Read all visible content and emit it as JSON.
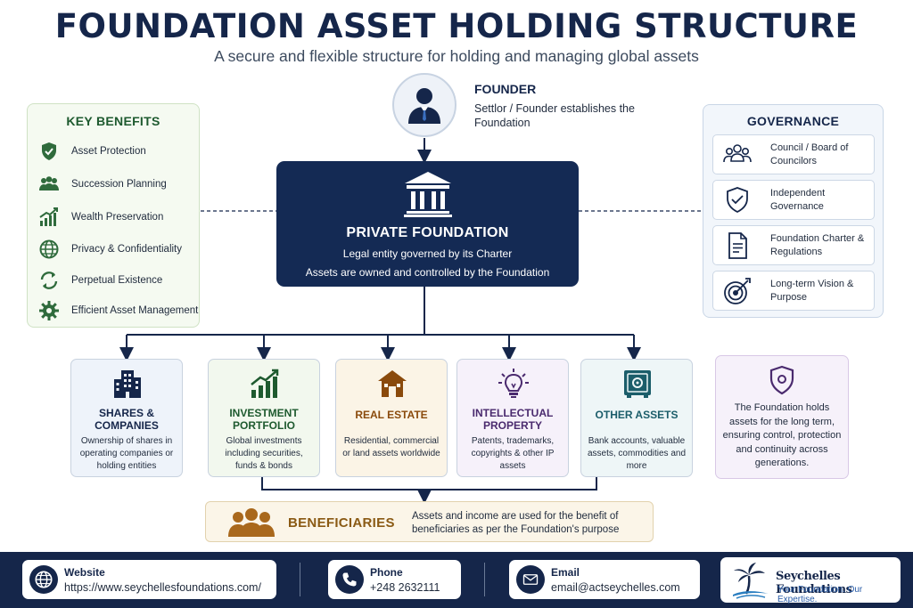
{
  "header": {
    "title": "FOUNDATION ASSET HOLDING STRUCTURE",
    "subtitle": "A secure and flexible structure for holding and managing global assets"
  },
  "founder": {
    "title": "FOUNDER",
    "description": "Settlor / Founder establishes the Foundation",
    "icon": "person-icon"
  },
  "foundation": {
    "title": "PRIVATE FOUNDATION",
    "line1": "Legal entity governed by its Charter",
    "line2": "Assets are owned and controlled by the Foundation",
    "icon": "institution-icon"
  },
  "key_benefits": {
    "title": "KEY BENEFITS",
    "items": [
      {
        "label": "Asset Protection",
        "icon": "shield-icon"
      },
      {
        "label": "Succession Planning",
        "icon": "people-icon"
      },
      {
        "label": "Wealth Preservation",
        "icon": "growth-chart-icon"
      },
      {
        "label": "Privacy & Confidentiality",
        "icon": "globe-icon"
      },
      {
        "label": "Perpetual Existence",
        "icon": "refresh-icon"
      },
      {
        "label": "Efficient Asset Management",
        "icon": "gear-icon"
      }
    ]
  },
  "governance": {
    "title": "GOVERNANCE",
    "items": [
      {
        "label": "Council / Board of Councilors",
        "icon": "group-icon"
      },
      {
        "label": "Independent Governance",
        "icon": "shield-check-icon"
      },
      {
        "label": "Foundation Charter & Regulations",
        "icon": "document-icon"
      },
      {
        "label": "Long-term Vision & Purpose",
        "icon": "target-icon"
      }
    ]
  },
  "assets": [
    {
      "title": "SHARES & COMPANIES",
      "description": "Ownership of shares in operating companies or holding entities",
      "icon": "buildings-icon",
      "color": "#15264a",
      "bg": "#eef3fa"
    },
    {
      "title": "INVESTMENT PORTFOLIO",
      "description": "Global investments including securities, funds & bonds",
      "icon": "growth-chart-icon",
      "color": "#1e5a2f",
      "bg": "#f2f8ee"
    },
    {
      "title": "REAL ESTATE",
      "description": "Residential, commercial or land assets worldwide",
      "icon": "house-icon",
      "color": "#8a4a0c",
      "bg": "#fbf4e6"
    },
    {
      "title": "INTELLECTUAL PROPERTY",
      "description": "Patents, trademarks, copyrights & other IP assets",
      "icon": "lightbulb-icon",
      "color": "#4a2a6e",
      "bg": "#f6f1fa"
    },
    {
      "title": "OTHER ASSETS",
      "description": "Bank accounts, valuable assets, commodities and more",
      "icon": "safe-icon",
      "color": "#1b5d6a",
      "bg": "#eef6f7"
    }
  ],
  "note": {
    "text": "The Foundation holds assets for the long term, ensuring control, protection and continuity across generations.",
    "icon": "shield-icon"
  },
  "beneficiaries": {
    "title": "BENEFICIARIES",
    "description": "Assets and income are used for the benefit of beneficiaries as per the Foundation's purpose",
    "icon": "people-icon"
  },
  "footer": {
    "website": {
      "label": "Website",
      "value": "https://www.seychellesfoundations.com/",
      "icon": "globe-icon"
    },
    "phone": {
      "label": "Phone",
      "value": "+248 2632111",
      "icon": "phone-icon"
    },
    "email": {
      "label": "Email",
      "value": "email@actseychelles.com",
      "icon": "mail-icon"
    },
    "brand": {
      "name": "Seychelles Foundations",
      "tagline": "Your Foundation. Our Expertise.",
      "icon": "palm-tree-icon"
    }
  },
  "colors": {
    "navy": "#15264a",
    "green": "#1e5a2f",
    "gold": "#8a5a14",
    "purple": "#4a2a6e",
    "teal": "#1b5d6a"
  }
}
